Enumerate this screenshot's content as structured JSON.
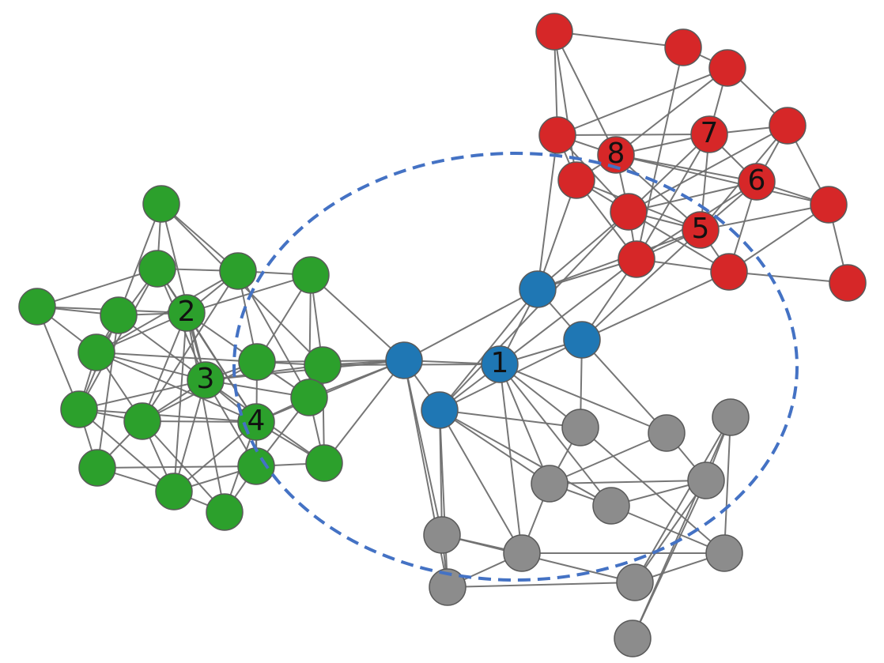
{
  "graph": {
    "colors": {
      "green": "#2ca02c",
      "red": "#d62728",
      "blue": "#1f77b4",
      "gray": "#8c8c8c",
      "edge": "#6f6f6f",
      "stroke": "#5a5a5a",
      "ellipse": "#4472c4"
    },
    "labels": {
      "1": "1",
      "2": "2",
      "3": "3",
      "4": "4",
      "5": "5",
      "6": "6",
      "7": "7",
      "8": "8"
    }
  }
}
